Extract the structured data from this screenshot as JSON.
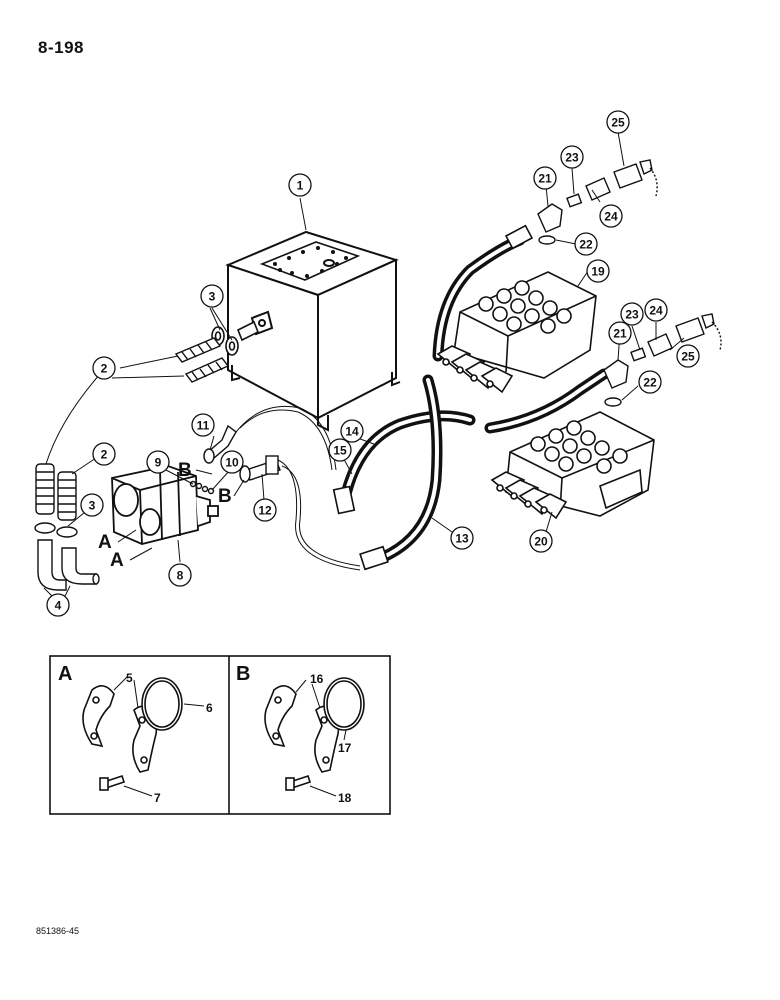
{
  "page": {
    "number": "8-198",
    "footer_code": "851386-45"
  },
  "callouts": [
    "1",
    "2",
    "2",
    "3",
    "3",
    "4",
    "8",
    "9",
    "10",
    "11",
    "12",
    "13",
    "14",
    "15",
    "19",
    "20",
    "21",
    "21",
    "22",
    "22",
    "23",
    "23",
    "24",
    "24",
    "25",
    "25"
  ],
  "view_markers": {
    "a": "A",
    "b": "B"
  },
  "details": {
    "a": {
      "letter": "A",
      "callouts": [
        "5",
        "6",
        "7"
      ]
    },
    "b": {
      "letter": "B",
      "callouts": [
        "16",
        "17",
        "18"
      ]
    }
  }
}
